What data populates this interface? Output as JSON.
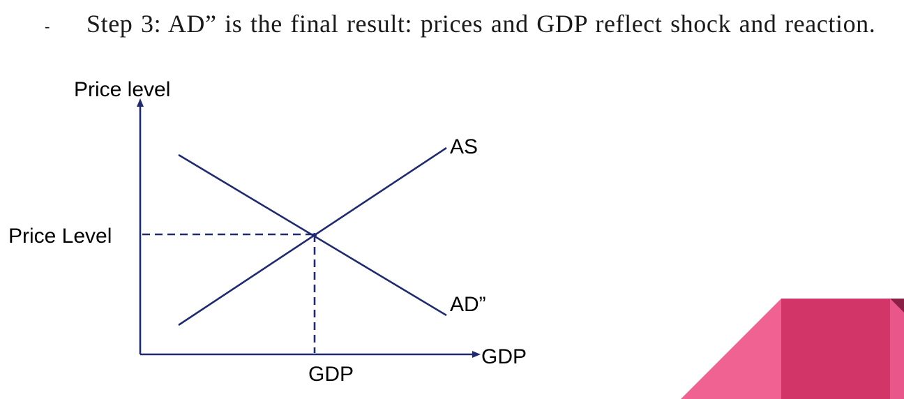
{
  "slide": {
    "bullet_marker": "-",
    "bullet_text": "Step 3: AD” is the final result: prices and GDP reflect shock and reaction."
  },
  "diagram": {
    "y_axis_label": "Price level",
    "x_axis_label": "GDP",
    "equilibrium_price_label": "Price Level",
    "equilibrium_gdp_label": "GDP",
    "supply_curve_label": "AS",
    "demand_curve_label": "AD”",
    "colors": {
      "lines": "#1f2a70",
      "text": "#000000",
      "corner_pink_light": "#f06292",
      "corner_pink_dark": "#d23669",
      "corner_fold": "#8b2046"
    }
  }
}
